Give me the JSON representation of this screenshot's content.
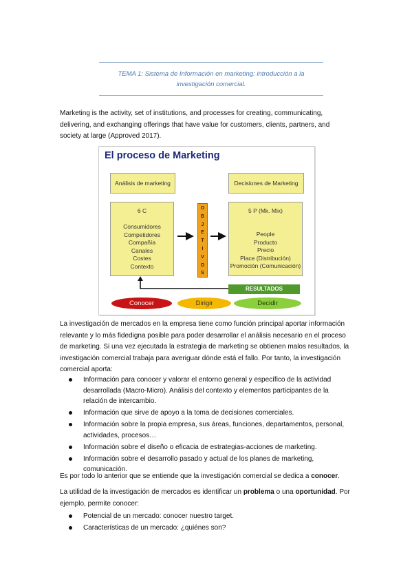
{
  "header": {
    "line1": "TEMA 1: Sistema de Información en marketing: introducción a la",
    "line2": "investigación comercial.",
    "rule_color": "#8aa8c8",
    "title_color": "#4a78b0"
  },
  "intro": {
    "lines": [
      "Marketing is the activity, set of institutions, and processes for creating, communicating,",
      "delivering, and exchanging offerings that have value for customers, clients, partners, and",
      "society at large (Approved 2017)."
    ]
  },
  "diagram": {
    "title": "El proceso de Marketing",
    "analisis_label": "Análisis de marketing",
    "decisiones_label": "Decisiones de Marketing",
    "left_box": [
      "6 C",
      "",
      "Consumidores",
      "Competidores",
      "Compañía",
      "Canales",
      "Costes",
      "Contexto"
    ],
    "objetivos_letters": [
      "O",
      "B",
      "J",
      "E",
      "T",
      "I",
      "V",
      "O",
      "S"
    ],
    "right_box": [
      "5 P (Mk. Mix)",
      "",
      "People",
      "Producto",
      "Precio",
      "Place (Distribución)",
      "Promoción (Comunicación)"
    ],
    "resultados": "RESULTADOS",
    "ovals": [
      {
        "label": "Conocer",
        "bg": "#c81414",
        "fg": "#ffffff"
      },
      {
        "label": "Dirigir",
        "bg": "#f5b800",
        "fg": "#333333"
      },
      {
        "label": "Decidir",
        "bg": "#8ccf3c",
        "fg": "#1d3a00"
      }
    ],
    "colors": {
      "yellow_box": "#f5ef93",
      "objetivos": "#f1a21d",
      "resultados": "#4f9a2b",
      "title": "#1e2a7a"
    }
  },
  "paragraph1": {
    "lines": [
      "La investigación de mercados en la empresa tiene como función principal aportar información",
      "relevante y lo más fidedigna posible para poder desarrollar el análisis necesario en el proceso",
      "de marketing. Si una vez ejecutada la estrategia de marketing se obtienen malos resultados, la",
      "investigación comercial trabaja para averiguar dónde está el fallo. Por tanto, la investigación",
      "comercial aporta:"
    ]
  },
  "bullets1": [
    [
      "Información para conocer y valorar el entorno general y específico de la actividad",
      "desarrollada (Macro-Micro). Análisis del contexto y elementos participantes de la",
      "relación de intercambio."
    ],
    [
      "Información que sirve de apoyo a la toma de decisiones comerciales."
    ],
    [
      "Información sobre la propia empresa, sus áreas, funciones, departamentos, personal,",
      "actividades, procesos…"
    ],
    [
      "Información sobre el diseño o eficacia de estrategias-acciones de marketing."
    ],
    [
      "Información sobre el desarrollo pasado y actual de los planes de marketing,",
      "comunicación."
    ]
  ],
  "paragraph2": {
    "before": "Es por todo lo anterior que se entiende que la investigación comercial se dedica a ",
    "bold": "conocer",
    "after": "."
  },
  "paragraph3": {
    "line1_a": "La utilidad de la investigación de mercados es identificar un ",
    "line1_b": "problema",
    "line1_c": " o una ",
    "line1_d": "oportunidad",
    "line1_e": ". Por",
    "line2": "ejemplo, permite conocer:"
  },
  "bullets2": [
    [
      "Potencial de un mercado: conocer nuestro target."
    ],
    [
      "Características de un mercado: ¿quiénes son?"
    ]
  ]
}
